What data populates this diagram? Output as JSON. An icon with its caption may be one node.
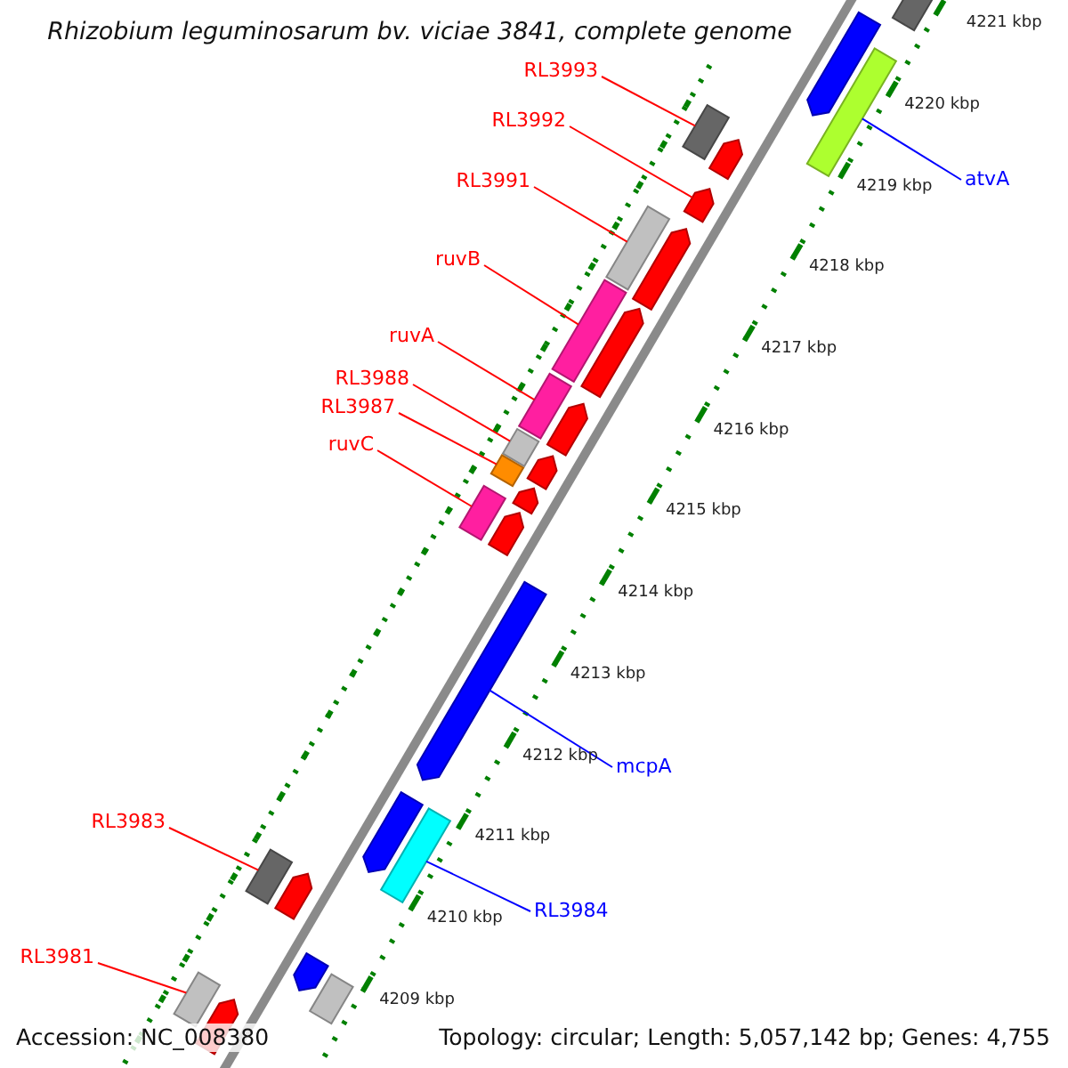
{
  "diagram": {
    "title": "Rhizobium leguminosarum bv. viciae 3841, complete genome",
    "nodes": [
      {
        "text": [
          "RL3993"
        ]
      },
      {
        "text": [
          "RL3992"
        ]
      },
      {
        "text": [
          "RL3991"
        ]
      },
      {
        "text": [
          "ruvB"
        ]
      },
      {
        "text": [
          "ruvA"
        ]
      },
      {
        "text": [
          "RL3988"
        ]
      },
      {
        "text": [
          "RL3987"
        ]
      },
      {
        "text": [
          "ruvC"
        ]
      },
      {
        "text": [
          "RL3983"
        ]
      },
      {
        "text": [
          "RL3981"
        ]
      },
      {
        "text": [
          "atvA"
        ]
      },
      {
        "text": [
          "mcpA"
        ]
      },
      {
        "text": [
          "RL3984"
        ]
      },
      {
        "text": [],
        "shape": "bar"
      },
      {
        "text": [],
        "shape": "arrow"
      },
      {
        "text": [],
        "shape": "bar"
      },
      {
        "text": [],
        "shape": "bar"
      },
      {
        "text": [],
        "shape": "bar"
      },
      {
        "text": [],
        "shape": "bar"
      },
      {
        "text": [],
        "shape": "bar"
      },
      {
        "text": [],
        "shape": "bar"
      },
      {
        "text": [],
        "shape": "bar"
      },
      {
        "text": [],
        "shape": "bar"
      },
      {
        "text": [],
        "shape": "bar"
      },
      {
        "text": [],
        "shape": "arrow"
      },
      {
        "text": [],
        "shape": "bar"
      },
      {
        "text": [],
        "shape": "arrow"
      },
      {
        "text": [],
        "shape": "arrow"
      },
      {
        "text": [],
        "shape": "arrow"
      },
      {
        "text": [],
        "shape": "arrow"
      },
      {
        "text": [],
        "shape": "arrow"
      },
      {
        "text": [],
        "shape": "arrow"
      },
      {
        "text": [],
        "shape": "arrow"
      },
      {
        "text": [],
        "shape": "arrow"
      },
      {
        "text": [],
        "shape": "arrow"
      },
      {
        "text": [],
        "shape": "arrow"
      },
      {
        "text": [],
        "shape": "arrow"
      },
      {
        "text": [],
        "shape": "arrow"
      },
      {
        "text": [],
        "shape": "bar"
      },
      {
        "text": [],
        "shape": "bar"
      }
    ],
    "edges": [
      {
        "from": 0,
        "to": 13,
        "arrow": "none"
      },
      {
        "from": 1,
        "to": 14,
        "arrow": "none"
      },
      {
        "from": 2,
        "to": 15,
        "arrow": "none"
      },
      {
        "from": 3,
        "to": 16,
        "arrow": "none"
      },
      {
        "from": 4,
        "to": 17,
        "arrow": "none"
      },
      {
        "from": 5,
        "to": 18,
        "arrow": "none"
      },
      {
        "from": 6,
        "to": 19,
        "arrow": "none"
      },
      {
        "from": 7,
        "to": 20,
        "arrow": "none"
      },
      {
        "from": 8,
        "to": 21,
        "arrow": "none"
      },
      {
        "from": 9,
        "to": 22,
        "arrow": "none"
      },
      {
        "from": 10,
        "to": 23,
        "arrow": "none",
        "color": "#0000ff"
      },
      {
        "from": 11,
        "to": 24,
        "arrow": "none",
        "color": "#0000ff"
      },
      {
        "from": 12,
        "to": 25,
        "arrow": "none",
        "color": "#0000ff"
      }
    ],
    "labels": [
      "4221 kbp",
      "4220 kbp",
      "4219 kbp",
      "4218 kbp",
      "4217 kbp",
      "4216 kbp",
      "4215 kbp",
      "4214 kbp",
      "4213 kbp",
      "4212 kbp",
      "4211 kbp",
      "4210 kbp",
      "4209 kbp",
      "Accession: NC_008380",
      "Topology: circular; Length: 5,057,142 bp; Genes: 4,755"
    ]
  }
}
